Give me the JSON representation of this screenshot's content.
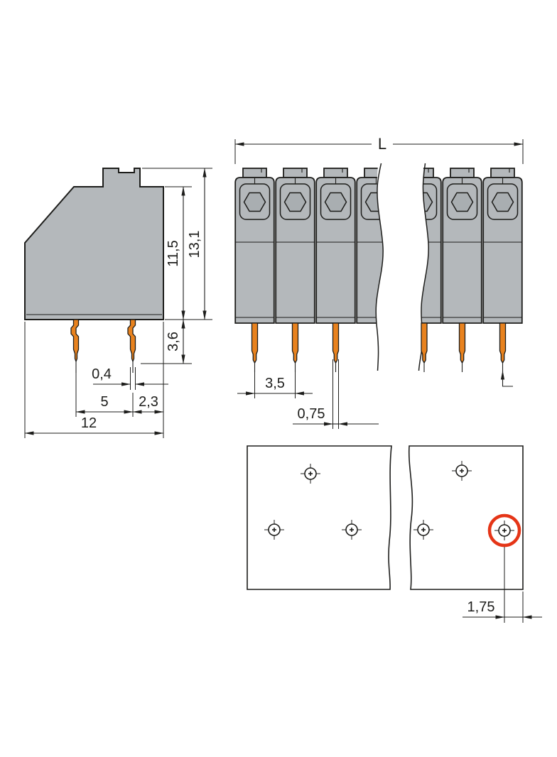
{
  "colors": {
    "background": "#ffffff",
    "housing_gray": "#b4b8bb",
    "recess_gray": "#a9aeb1",
    "outline": "#1d1d1b",
    "pin_orange": "#e8821e",
    "highlight_red": "#e53517"
  },
  "side_view": {
    "dims": {
      "housing_height": "11,5",
      "total_height": "13,1",
      "pin_length": "3,6",
      "pin_thickness": "0,4",
      "pin_spacing": "5",
      "pin_to_edge": "2,3",
      "overall_depth": "12"
    }
  },
  "front_view": {
    "dims": {
      "total_length": "L",
      "pole_pitch": "3,5",
      "pin_width": "0,75"
    }
  },
  "drilling_plan": {
    "dims": {
      "hole_edge_distance": "1,75"
    }
  }
}
